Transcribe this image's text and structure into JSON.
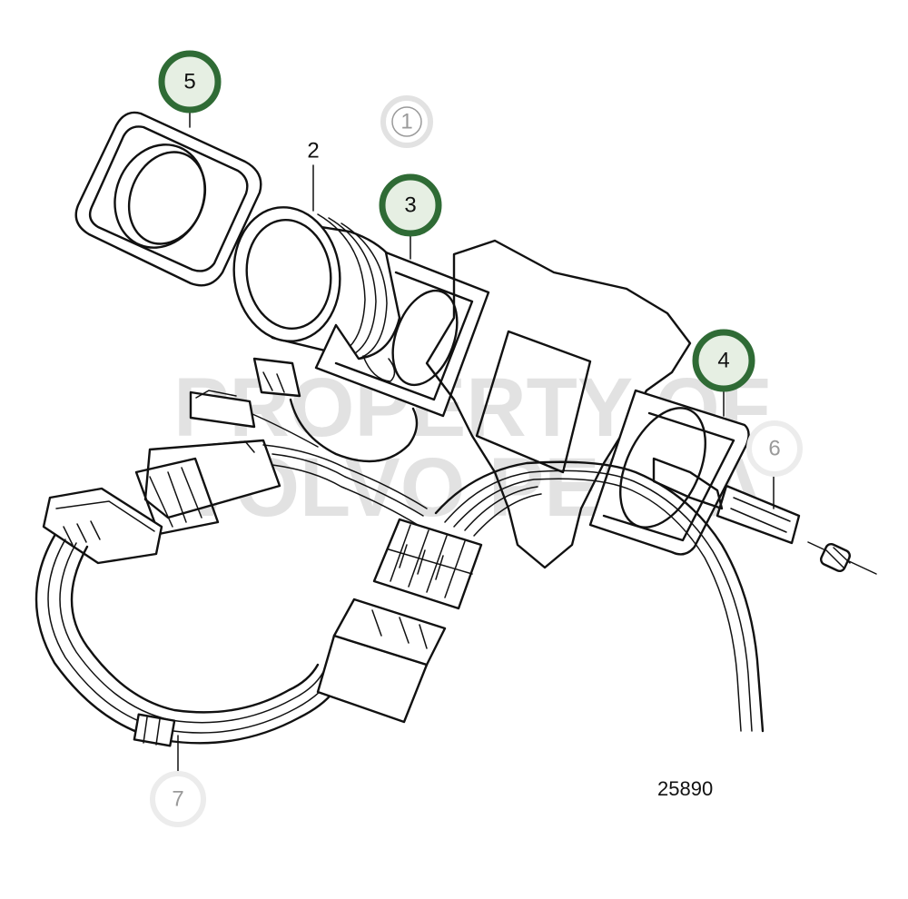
{
  "diagram": {
    "watermark_line1": "PROPERTY OF",
    "watermark_line2": "VOLVO PENTA",
    "drawing_number": "25890",
    "callouts": [
      {
        "id": "callout-1",
        "label": "1",
        "style": "faded"
      },
      {
        "id": "callout-2",
        "label": "2",
        "style": "plain"
      },
      {
        "id": "callout-3",
        "label": "3",
        "style": "highlighted"
      },
      {
        "id": "callout-4",
        "label": "4",
        "style": "highlighted"
      },
      {
        "id": "callout-5",
        "label": "5",
        "style": "highlighted"
      },
      {
        "id": "callout-6",
        "label": "6",
        "style": "faded"
      },
      {
        "id": "callout-7",
        "label": "7",
        "style": "faded"
      }
    ],
    "colors": {
      "highlight_ring": "#2f6b35",
      "highlight_fill": "#e6efe3",
      "faded_ring": "#e2e2e2",
      "faded_text": "#9a9a9a",
      "line": "#111111",
      "watermark": "#d9d9d9"
    }
  }
}
